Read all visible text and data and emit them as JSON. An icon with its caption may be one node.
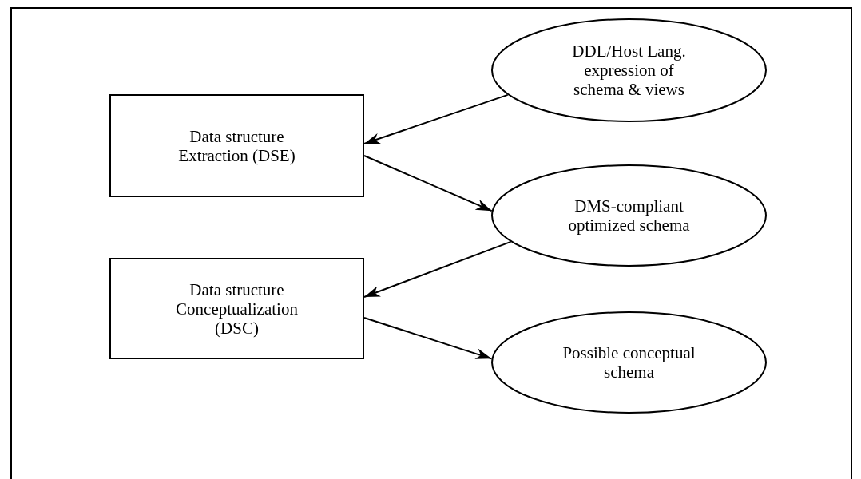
{
  "diagram": {
    "nodes": [
      {
        "text": [
          "DDL/Host Lang. expression of schema & views"
        ]
      },
      {
        "text": [
          "Data structure Extraction (DSE)"
        ]
      },
      {
        "text": [
          "DMS-compliant optimized schema"
        ]
      },
      {
        "text": [
          "Data structure Conceptualization (DSC)"
        ]
      },
      {
        "text": [
          "Possible conceptual schema"
        ]
      }
    ],
    "edges": [
      {
        "from": 0,
        "to": 1,
        "arrow": "to"
      },
      {
        "from": 1,
        "to": 2,
        "arrow": "to"
      },
      {
        "from": 2,
        "to": 3,
        "arrow": "to"
      },
      {
        "from": 3,
        "to": 4,
        "arrow": "to"
      }
    ]
  }
}
